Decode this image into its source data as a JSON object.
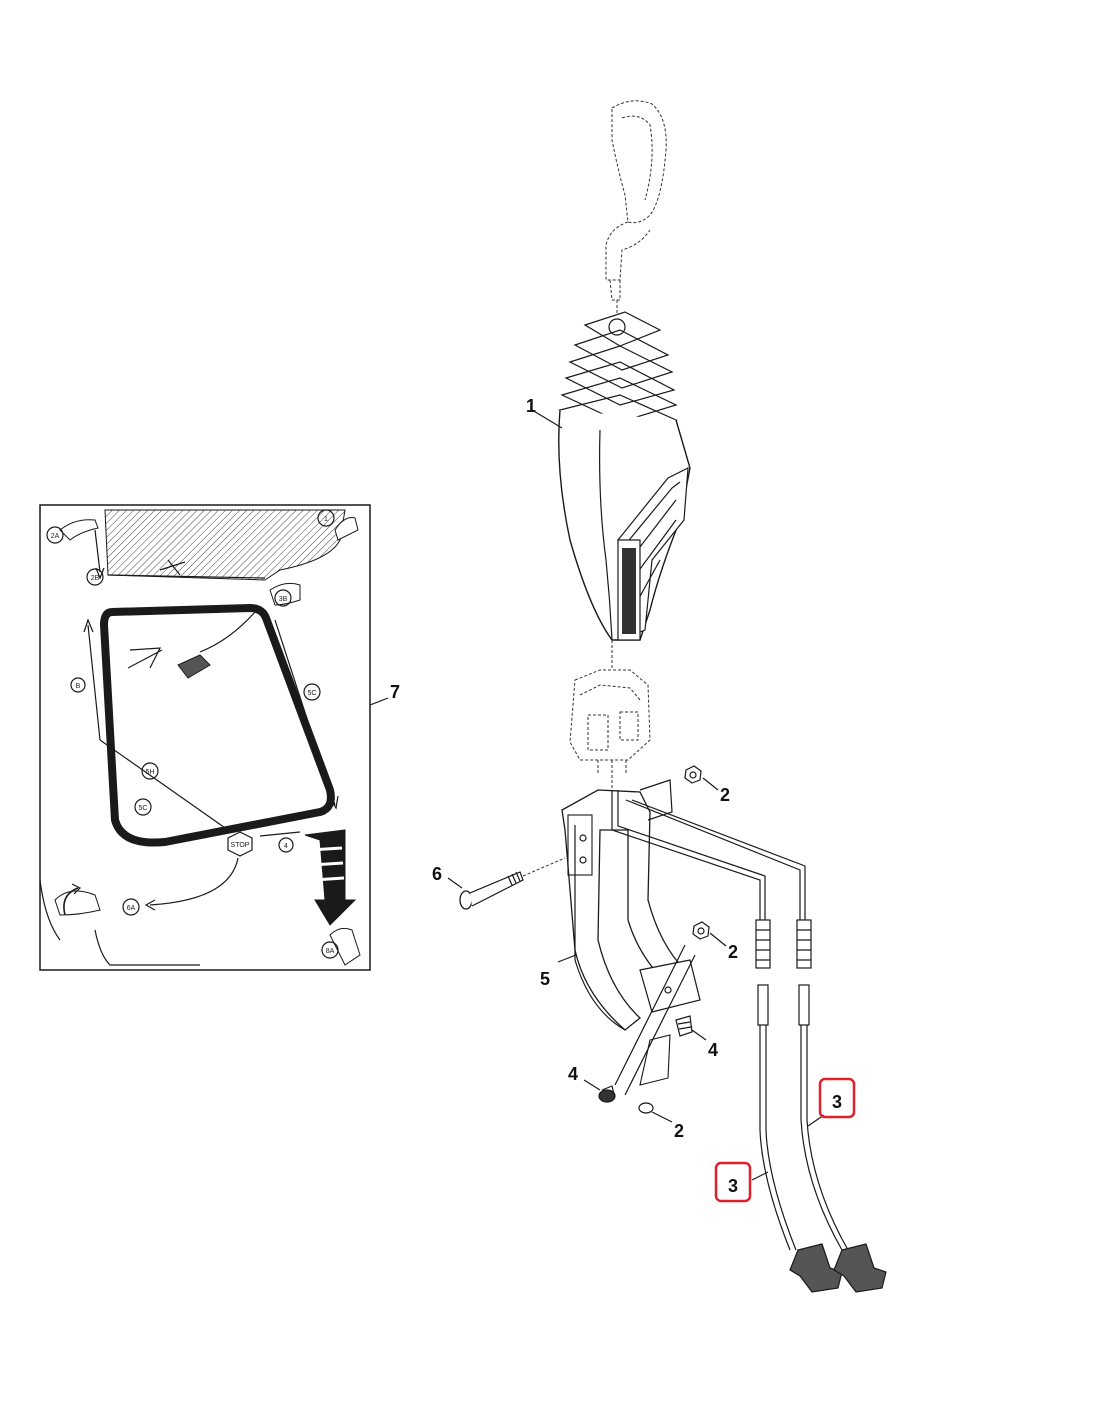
{
  "diagram": {
    "callouts": {
      "c1": "1",
      "c2a": "2",
      "c2b": "2",
      "c2c": "2",
      "c3a": "3",
      "c3b": "3",
      "c4a": "4",
      "c4b": "4",
      "c5": "5",
      "c6": "6",
      "c7": "7"
    },
    "inset": {
      "step_2a": "2A",
      "step_2b": "2B",
      "step_3b": "3B",
      "step_b": "B",
      "step_1": "1",
      "step_5h": "5H",
      "step_5c": "5C",
      "step_5c2": "5C",
      "step_4": "4",
      "step_6a": "6A",
      "step_8a": "8A",
      "stop_label": "STOP"
    },
    "highlight_color": "#e0202a"
  }
}
